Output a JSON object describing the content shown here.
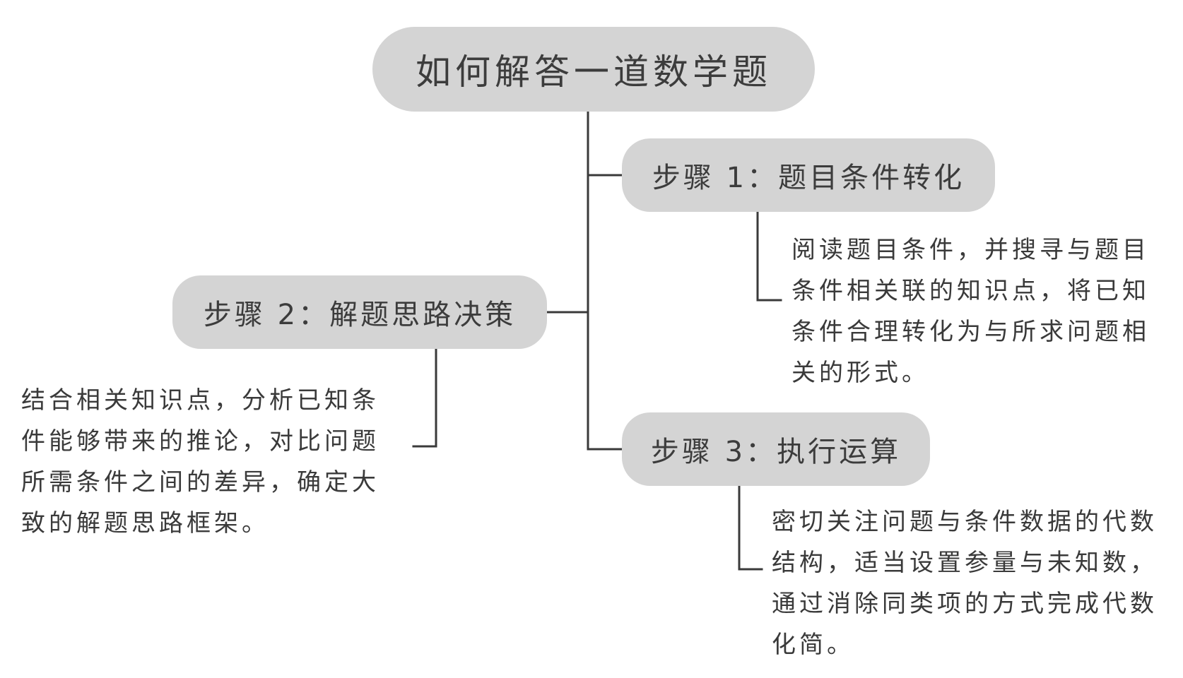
{
  "diagram": {
    "root": {
      "label": "如何解答一道数学题"
    },
    "steps": [
      {
        "label": "步骤 1：题目条件转化",
        "description": "阅读题目条件，并搜寻与题目条件相关联的知识点，将已知条件合理转化为与所求问题相关的形式。"
      },
      {
        "label": "步骤 2：解题思路决策",
        "description": "结合相关知识点，分析已知条件能够带来的推论，对比问题所需条件之间的差异，确定大致的解题思路框架。"
      },
      {
        "label": "步骤 3：执行运算",
        "description": "密切关注问题与条件数据的代数结构，适当设置参量与未知数，通过消除同类项的方式完成代数化简。"
      }
    ],
    "colors": {
      "node_fill": "#d4d4d4",
      "line": "#3a3a3a",
      "text": "#3a3a3a"
    }
  }
}
